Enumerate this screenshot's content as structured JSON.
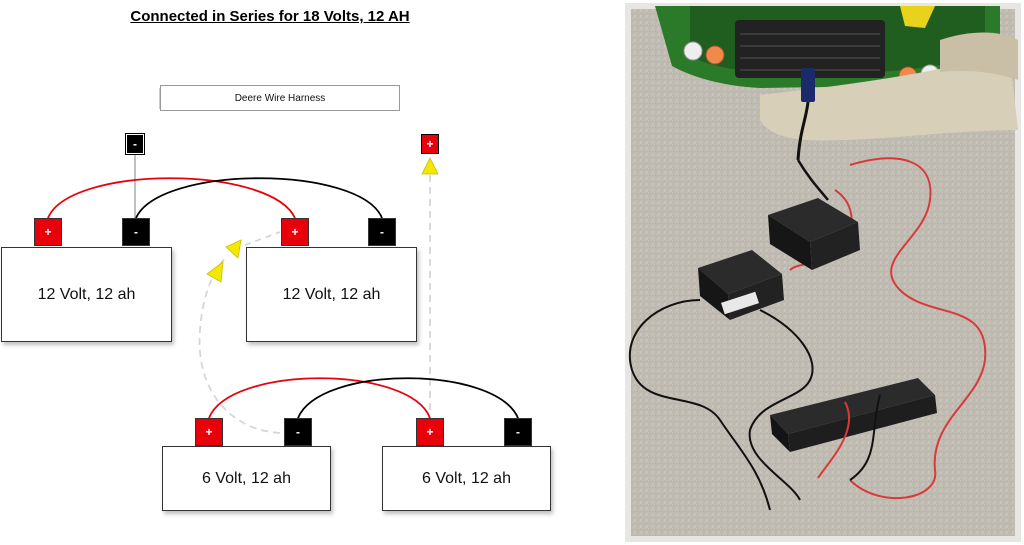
{
  "title": "Connected in Series for 18 Volts, 12 AH",
  "harness_label": "Deere Wire Harness",
  "plus_symbol": "+",
  "minus_symbol": "-",
  "batteries": [
    {
      "label": "12 Volt, 12 ah"
    },
    {
      "label": "12 Volt, 12 ah"
    },
    {
      "label": "6 Volt, 12 ah"
    },
    {
      "label": "6 Volt, 12 ah"
    }
  ],
  "colors": {
    "positive": "#e8000b",
    "negative": "#000000",
    "red_wire": "#e8000b",
    "black_wire": "#000000",
    "arrow": "#f5e800",
    "dashed_path": "#d9d9d9"
  },
  "photo_icon": "battery-setup-photo"
}
